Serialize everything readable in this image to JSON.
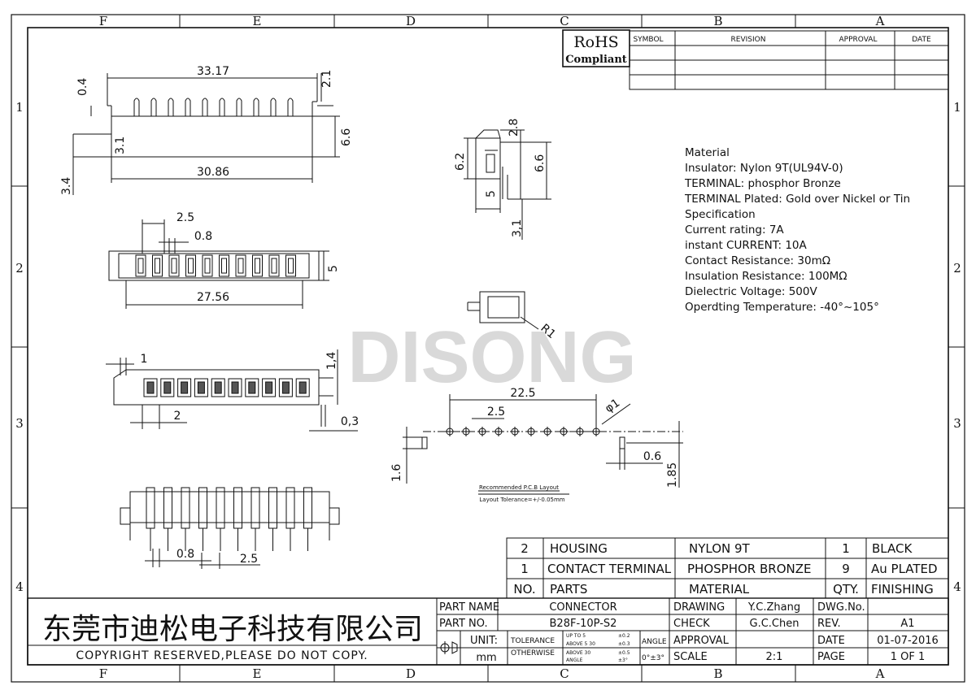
{
  "border": {
    "cols": [
      "F",
      "E",
      "D",
      "C",
      "B",
      "A"
    ],
    "rows": [
      "1",
      "2",
      "3",
      "4"
    ]
  },
  "rohs": {
    "line1": "RoHS",
    "line2": "Compliant"
  },
  "revision_table": {
    "headers": [
      "SYMBOL",
      "REVISION",
      "APPROVAL",
      "DATE"
    ]
  },
  "watermark": "DISONG",
  "material_notes": [
    "Material",
    "Insulator: Nylon 9T(UL94V-0)",
    "TERMINAL: phosphor Bronze",
    "TERMINAL Plated: Gold over Nickel or Tin",
    "Specification",
    "Current rating: 7A",
    "instant CURRENT: 10A",
    "Contact Resistance: 30mΩ",
    "Insulation Resistance: 100MΩ",
    "Dielectric Voltage: 500V",
    "Operdting Temperature: -40°~105°"
  ],
  "dims": {
    "top_view": {
      "overall": "33.17",
      "pin_h": "0.4",
      "right_h": "2.1",
      "body_h": "3.1",
      "total_h": "6.6",
      "foot": "3.4",
      "inner": "30.86"
    },
    "side_view": {
      "h": "6.2",
      "top": "2.8",
      "tot": "6.6",
      "w": "5",
      "leg": "3,1"
    },
    "plan_view": {
      "pitch": "2.5",
      "slot": "0.8",
      "width": "5",
      "length": "27.56"
    },
    "front_view": {
      "left": "1",
      "right_h": "1,4",
      "pitch": "2",
      "tail": "0,3"
    },
    "radius": "R1",
    "pcb": {
      "span": "22.5",
      "pitch": "2.5",
      "hole": "φ1",
      "pad": "0.6",
      "row": "1.85",
      "peg": "1.6",
      "title": "Recommended P.C.B Layout",
      "tolerance": "Layout Tolerance=+/-0.05mm"
    },
    "bottom_view": {
      "slot": "0.8",
      "pitch": "2.5"
    }
  },
  "bom": [
    {
      "no": "2",
      "part": "HOUSING",
      "material": "NYLON 9T",
      "qty": "1",
      "finish": "BLACK"
    },
    {
      "no": "1",
      "part": "CONTACT TERMINAL",
      "material": "PHOSPHOR BRONZE",
      "qty": "9",
      "finish": "Au PLATED"
    },
    {
      "no": "NO.",
      "part": "PARTS",
      "material": "MATERIAL",
      "qty": "QTY.",
      "finish": "FINISHING"
    }
  ],
  "title_block": {
    "company": "东莞市迪松电子科技有限公司",
    "copyright": "COPYRIGHT RESERVED,PLEASE DO NOT COPY.",
    "part_name_label": "PART NAME",
    "part_name": "CONNECTOR",
    "part_no_label": "PART NO.",
    "part_no": "B28F-10P-S2",
    "unit_label": "UNIT:",
    "unit": "mm",
    "tol_label1": "TOLERANCE",
    "tol_label2": "OTHERWISE",
    "tol_r1": "UP TO 5",
    "tol_r2": "ABOVE 5 30",
    "tol_r3": "ABOVE 30",
    "tol_r4": "ANGLE",
    "tol_v1": "±0.2",
    "tol_v2": "±0.3",
    "tol_v3": "±0.5",
    "tol_v4": "±3°",
    "angle_label": "ANGLE",
    "angle": "0°±3°",
    "drawing_label": "DRAWING",
    "drawing": "Y.C.Zhang",
    "check_label": "CHECK",
    "check": "G.C.Chen",
    "approval_label": "APPROVAL",
    "scale_label": "SCALE",
    "scale": "2:1",
    "dwg_label": "DWG.No.",
    "dwg": "",
    "rev_label": "REV.",
    "rev": "A1",
    "date_label": "DATE",
    "date": "01-07-2016",
    "page_label": "PAGE",
    "page": "1 OF 1"
  }
}
